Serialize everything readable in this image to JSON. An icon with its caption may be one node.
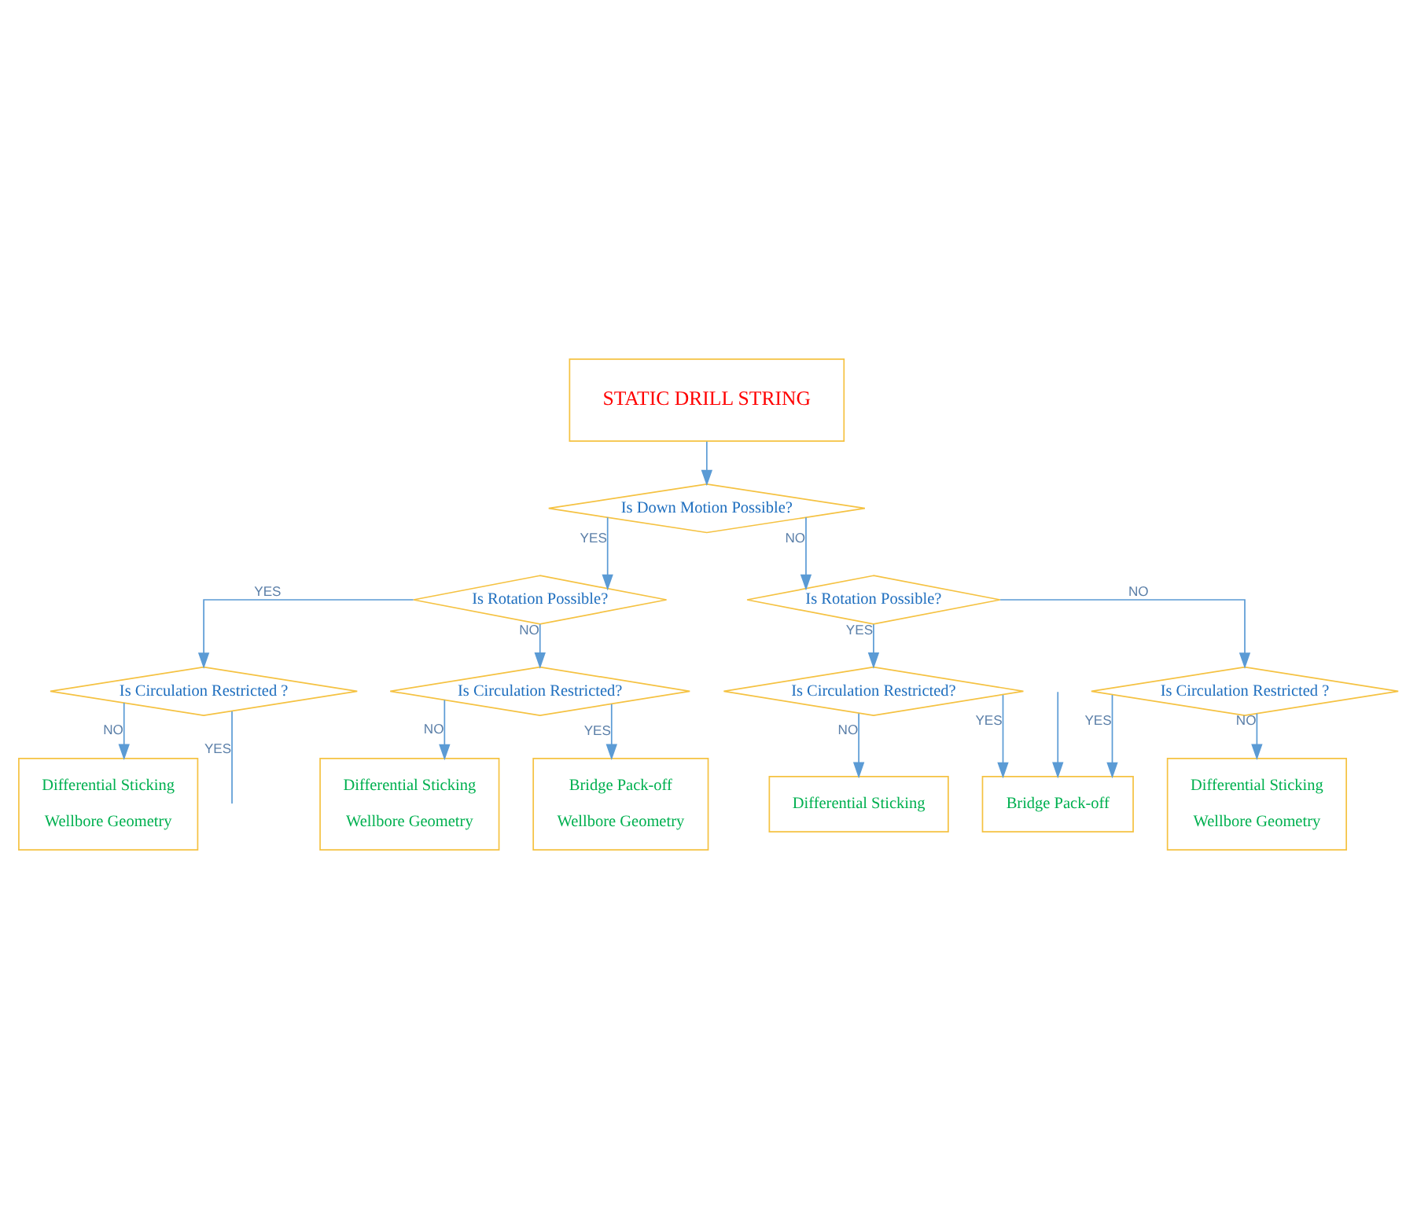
{
  "diagram": {
    "nodes": [
      {
        "text": [
          "STATIC DRILL STRING"
        ]
      },
      {
        "text": [
          "Is Down Motion Possible?"
        ]
      },
      {
        "text": [
          "Is Rotation Possible?"
        ]
      },
      {
        "text": [
          "Is Rotation Possible?"
        ]
      },
      {
        "text": [
          "Is Circulation Restricted ?"
        ]
      },
      {
        "text": [
          "Is Circulation Restricted?"
        ]
      },
      {
        "text": [
          "Is Circulation Restricted?"
        ]
      },
      {
        "text": [
          "Is Circulation Restricted ?"
        ]
      },
      {
        "text": [
          "Differential Sticking",
          "Wellbore Geometry"
        ]
      },
      {
        "text": [
          "Differential Sticking",
          "Wellbore Geometry"
        ]
      },
      {
        "text": [
          "Bridge Pack-off",
          "Wellbore Geometry"
        ]
      },
      {
        "text": [
          "Bridge Pack-off"
        ]
      },
      {
        "text": [
          "Differential Sticking"
        ]
      },
      {
        "text": [
          "Differential Sticking",
          "Wellbore Geometry"
        ]
      }
    ],
    "edges": [
      {
        "from": 0,
        "to": 1,
        "arrow": "to"
      },
      {
        "from": 1,
        "to": 2,
        "arrow": "to",
        "label": "YES"
      },
      {
        "from": 1,
        "to": 3,
        "arrow": "to",
        "label": "NO"
      },
      {
        "from": 2,
        "to": 4,
        "arrow": "to",
        "label": "YES"
      },
      {
        "from": 2,
        "to": 5,
        "arrow": "to",
        "label": "NO"
      },
      {
        "from": 3,
        "to": 6,
        "arrow": "to",
        "label": "YES"
      },
      {
        "from": 3,
        "to": 7,
        "arrow": "to",
        "label": "NO"
      },
      {
        "from": 4,
        "to": null,
        "arrow": "none",
        "label": "YES"
      },
      {
        "from": 4,
        "to": 8,
        "arrow": "to",
        "label": "NO"
      },
      {
        "from": 5,
        "to": 10,
        "arrow": "to",
        "label": "YES"
      },
      {
        "from": 5,
        "to": 9,
        "arrow": "to",
        "label": "NO"
      },
      {
        "from": 6,
        "to": 11,
        "arrow": "to",
        "label": "YES"
      },
      {
        "from": 6,
        "to": 12,
        "arrow": "to",
        "label": "NO"
      },
      {
        "from": 7,
        "to": 11,
        "arrow": "to",
        "label": "YES"
      },
      {
        "from": 7,
        "to": 13,
        "arrow": "to",
        "label": "NO"
      },
      {
        "from": null,
        "to": 11,
        "arrow": "to"
      }
    ]
  }
}
